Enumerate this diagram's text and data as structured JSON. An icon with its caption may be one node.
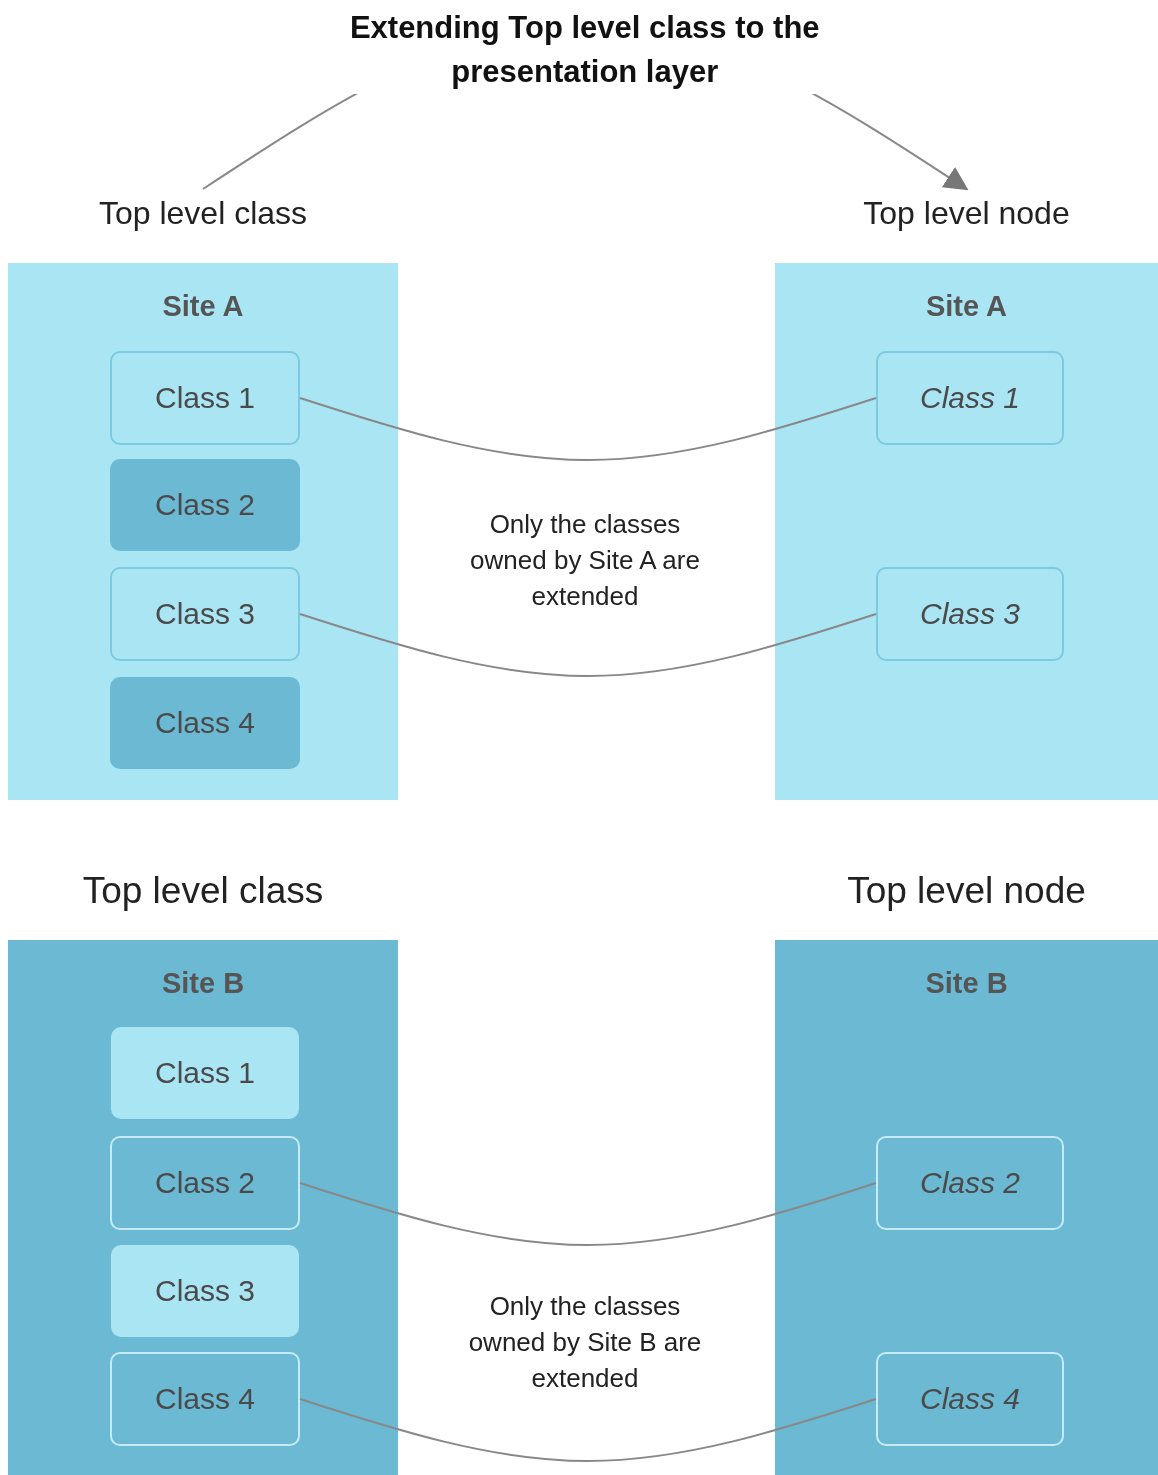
{
  "diagram": {
    "nodes": [
      {
        "text": [
          "Top level class",
          "Site A"
        ]
      },
      {
        "text": [
          "Class 1"
        ],
        "in": 0
      },
      {
        "text": [
          "Class 2"
        ],
        "in": 0
      },
      {
        "text": [
          "Class 3"
        ],
        "in": 0
      },
      {
        "text": [
          "Class 4"
        ],
        "in": 0
      },
      {
        "text": [
          "Top level node",
          "Site A"
        ]
      },
      {
        "text": [
          "Class 1"
        ],
        "in": 5
      },
      {
        "text": [
          "Class 3"
        ],
        "in": 5
      },
      {
        "text": [
          "Top level class",
          "Site B"
        ]
      },
      {
        "text": [
          "Class 1"
        ],
        "in": 8
      },
      {
        "text": [
          "Class 2"
        ],
        "in": 8
      },
      {
        "text": [
          "Class 3"
        ],
        "in": 8
      },
      {
        "text": [
          "Class 4"
        ],
        "in": 8
      },
      {
        "text": [
          "Top level node",
          "Site B"
        ]
      },
      {
        "text": [
          "Class 2"
        ],
        "in": 13
      },
      {
        "text": [
          "Class 4"
        ],
        "in": 13
      }
    ],
    "edges": [
      {
        "from": 0,
        "to": 5,
        "arrow": "to",
        "label": "Extending Top level class to the presentation layer"
      },
      {
        "from": 1,
        "to": 6,
        "arrow": "none"
      },
      {
        "from": 3,
        "to": 7,
        "arrow": "none"
      },
      {
        "from": 10,
        "to": 14,
        "arrow": "none"
      },
      {
        "from": 12,
        "to": 15,
        "arrow": "none"
      }
    ],
    "labels": [
      "Only the classes owned by Site A are extended",
      "Only the classes owned by Site B are extended"
    ]
  }
}
